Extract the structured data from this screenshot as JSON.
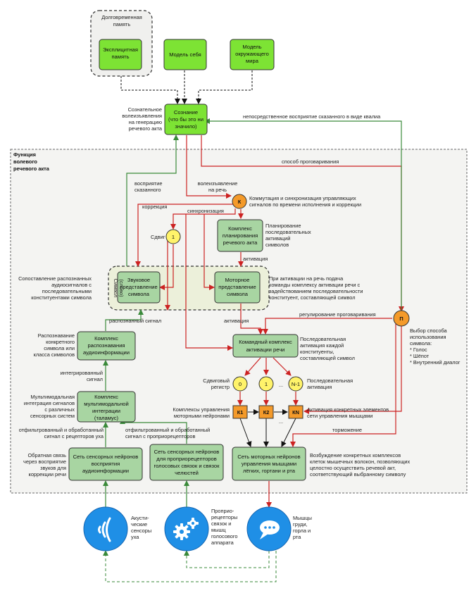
{
  "frame": {
    "title": [
      "Функция",
      "волевого",
      "речевого акта"
    ]
  },
  "memory_group": {
    "title": [
      "Долговременная",
      "память"
    ]
  },
  "symbol_group": {
    "label": [
      "Символ",
      "(слово)"
    ]
  },
  "nodes": {
    "explicit_memory": [
      "Эксплицитная",
      "память"
    ],
    "self_model": [
      "Модель себя"
    ],
    "world_model": [
      "Модель",
      "окружающего",
      "мира"
    ],
    "consciousness": [
      "Сознание",
      "(что бы это ни",
      "значило)"
    ],
    "planning": [
      "Комплекс",
      "планирования",
      "речевого акта"
    ],
    "sound_repr": [
      "Звуковое",
      "представление",
      "символа"
    ],
    "motor_repr": [
      "Моторное",
      "представление",
      "символа"
    ],
    "command": [
      "Командный комплекс",
      "активации речи"
    ],
    "recognition": [
      "Комплекс",
      "распознавания",
      "аудиоинформации"
    ],
    "integration": [
      "Комплекс",
      "мультимодальной",
      "интеграции",
      "(таламус)"
    ],
    "sensory_audio": [
      "Сеть сенсорных нейронов",
      "восприятия",
      "аудиоинформации"
    ],
    "sensory_proprio": [
      "Сеть сенсорных нейронов",
      "для проприорецепторов",
      "голосовых связок и связок",
      "челюстей"
    ],
    "motor_net": [
      "Сеть моторных нейронов",
      "управления мышцами",
      "лёгких, гортани и рта"
    ]
  },
  "circles": {
    "k": "К",
    "one_a": "1",
    "zero": "0",
    "one_b": "1",
    "n1": "N-1",
    "p": "П"
  },
  "squares": {
    "k1": "К1",
    "k2": "К2",
    "kn": "КN"
  },
  "dots": "...",
  "sensors": {
    "acoustic": [
      "Акусти-",
      "ческие",
      "сенсоры",
      "уха"
    ],
    "proprio": [
      "Проприо-",
      "рецепторы",
      "связок и",
      "мышц",
      "голосового",
      "аппарата"
    ],
    "muscles": [
      "Мышцы",
      "груди,",
      "горла и",
      "рта"
    ]
  },
  "labels": {
    "volition_top": [
      "Сознательное",
      "волеизъявления",
      "на генерацию",
      "речевого акта"
    ],
    "direct_perception": "непосредственное восприятие сказанного в виде квалиа",
    "articulation_way": "способ проговаривания",
    "perception_said": [
      "восприятие",
      "сказанного"
    ],
    "volition_speech": [
      "волеизъявление",
      "на речь"
    ],
    "commutation": [
      "Коммутация и синхронизация управляющих",
      "сигналов по времени исполнения и коррекции"
    ],
    "correction": "коррекция",
    "sync": "синхронизация",
    "shift": "Сдвиг",
    "planning_desc": [
      "Планирование",
      "последовательных",
      "активаций",
      "символов"
    ],
    "activation1": "активация",
    "compare": [
      "Сопоставление распознанных",
      "аудиосигналов с",
      "последовательными",
      "конституентами символа"
    ],
    "motor_desc": [
      "При активации на речь подача",
      "команды комплексу активации речи с",
      "задействованием последовательности",
      "конституент, составляющей символ"
    ],
    "recognized": "распознанный сигнал",
    "activation2": "активация",
    "regulation": "регулирование проговаривания",
    "choice": [
      "Выбор способа",
      "использования",
      "символа:",
      "* Голос",
      "* Шёпот",
      "* Внутренний диалог"
    ],
    "recognition_desc": [
      "Распознавание",
      "конкретного",
      "символа или",
      "класса символов"
    ],
    "command_desc": [
      "Последовательная",
      "активация каждой",
      "конституенты,",
      "составляющей символ"
    ],
    "integrated": [
      "интегрированный",
      "сигнал"
    ],
    "shift_register": [
      "Сдвиговый",
      "регистр"
    ],
    "seq_activation": [
      "Последовательная",
      "активация"
    ],
    "multimodal_desc": [
      "Мультимодальная",
      "интеграция сигналов",
      "с различных",
      "сенсорных систем"
    ],
    "motor_complexes": [
      "Комплексы управления",
      "моторными нейронами"
    ],
    "activation_desc": [
      "Активация конкретных элементов",
      "сети управления мышцами"
    ],
    "filtered_ear": [
      "отфильтрованный и обработанный",
      "сигнал с рецепторов уха"
    ],
    "filtered_proprio": [
      "отфильтрованный и обработанный",
      "сигнал с проприорецепторов"
    ],
    "inhibition": "торможение",
    "feedback": [
      "Обратная связь",
      "через восприятие",
      "звуков для",
      "коррекции речи"
    ],
    "excitation": [
      "Возбуждение конкретных комплексов",
      "клеток мышечных волокон, позволяющих",
      "целостно осуществить речевой акт,",
      "соответствующий выбранному символу"
    ]
  },
  "colors": {
    "bright_green": "#7de334",
    "sage_green": "#a8d5a2",
    "orange": "#f49a2a",
    "yellow": "#fff36a",
    "blue": "#1f8fe6",
    "red_arrow": "#cc2222",
    "green_arrow": "#3a8a3a"
  }
}
